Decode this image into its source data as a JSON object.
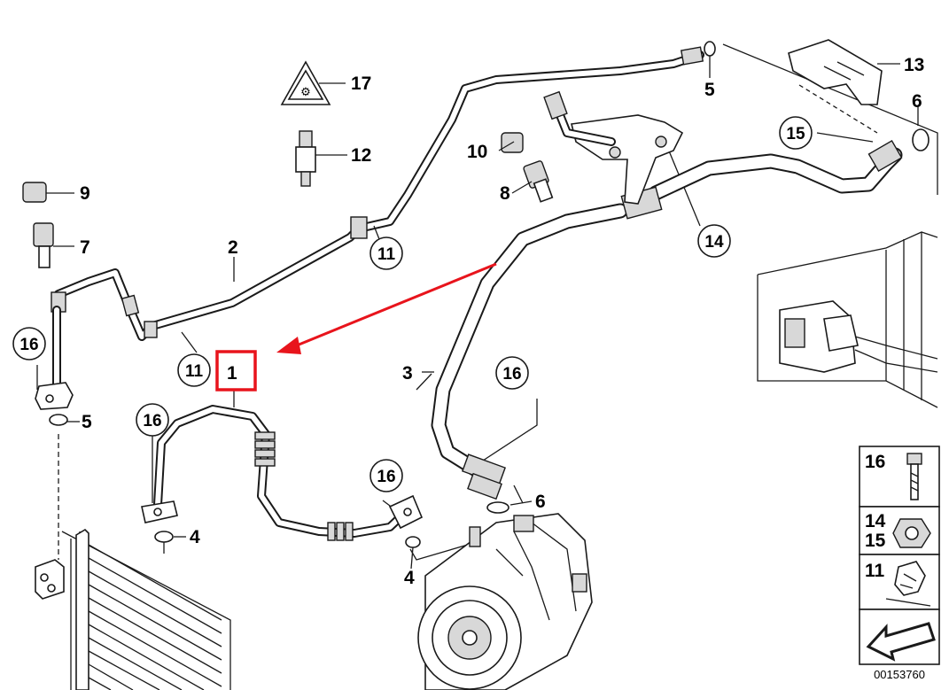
{
  "labels": {
    "p1": "1",
    "p2": "2",
    "p3": "3",
    "p4a": "4",
    "p4b": "4",
    "p5a": "5",
    "p5b": "5",
    "p6a": "6",
    "p6b": "6",
    "p7": "7",
    "p8": "8",
    "p9": "9",
    "p10": "10",
    "p11a": "11",
    "p11b": "11",
    "p12": "12",
    "p13": "13",
    "p14": "14",
    "p15": "15",
    "p16a": "16",
    "p16b": "16",
    "p16c": "16",
    "p16d": "16",
    "p17": "17"
  },
  "legend": {
    "bolt": "16",
    "nut_a": "14",
    "nut_b": "15",
    "clip": "11"
  },
  "diagram_id": "00153760",
  "colors": {
    "highlight": "#e8141c",
    "line": "#1a1a1a"
  }
}
